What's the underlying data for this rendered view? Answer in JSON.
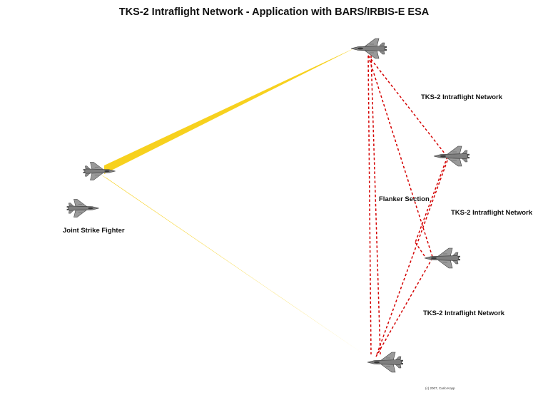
{
  "title": "TKS-2 Intraflight Network - Application with BARS/IRBIS-E ESA",
  "labels": {
    "network_top": "TKS-2 Intraflight Network",
    "network_middle": "TKS-2 Intraflight Network",
    "network_bottom": "TKS-2 Intraflight Network",
    "flanker_section": "Flanker Section",
    "jsf": "Joint Strike Fighter"
  },
  "credit": "(c) 2007, Carlo Kopp",
  "colors": {
    "radar_beam": "#f7d11e",
    "datalink": "#d40000",
    "aircraft_body": "#8e8e8e",
    "aircraft_dark": "#4a4a4a",
    "text": "#111111"
  },
  "icons": [
    "flanker-aircraft-icon",
    "jsf-aircraft-icon"
  ]
}
